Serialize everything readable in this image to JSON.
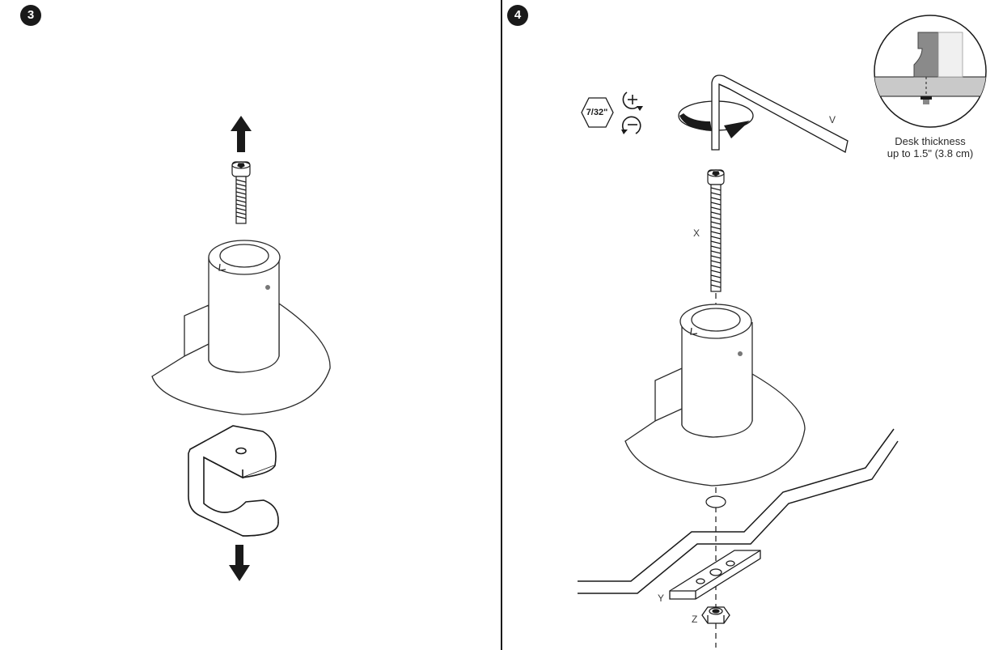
{
  "steps": [
    {
      "number": "3"
    },
    {
      "number": "4"
    }
  ],
  "step4": {
    "tool_size": "7/32\"",
    "labels": {
      "allen_key": "V",
      "bolt": "X",
      "plate": "Y",
      "nut": "Z"
    },
    "detail_note_line1": "Desk thickness",
    "detail_note_line2": "up to 1.5\" (3.8 cm)"
  },
  "icons": {
    "tighten": "rotate-clockwise-plus-icon",
    "loosen": "rotate-counterclockwise-minus-icon",
    "up_arrow": "arrow-up-icon",
    "down_arrow": "arrow-down-icon"
  },
  "colors": {
    "line": "#1a1a1a",
    "badge": "#1a1a1a",
    "desk_gray": "#c9c9c9"
  }
}
